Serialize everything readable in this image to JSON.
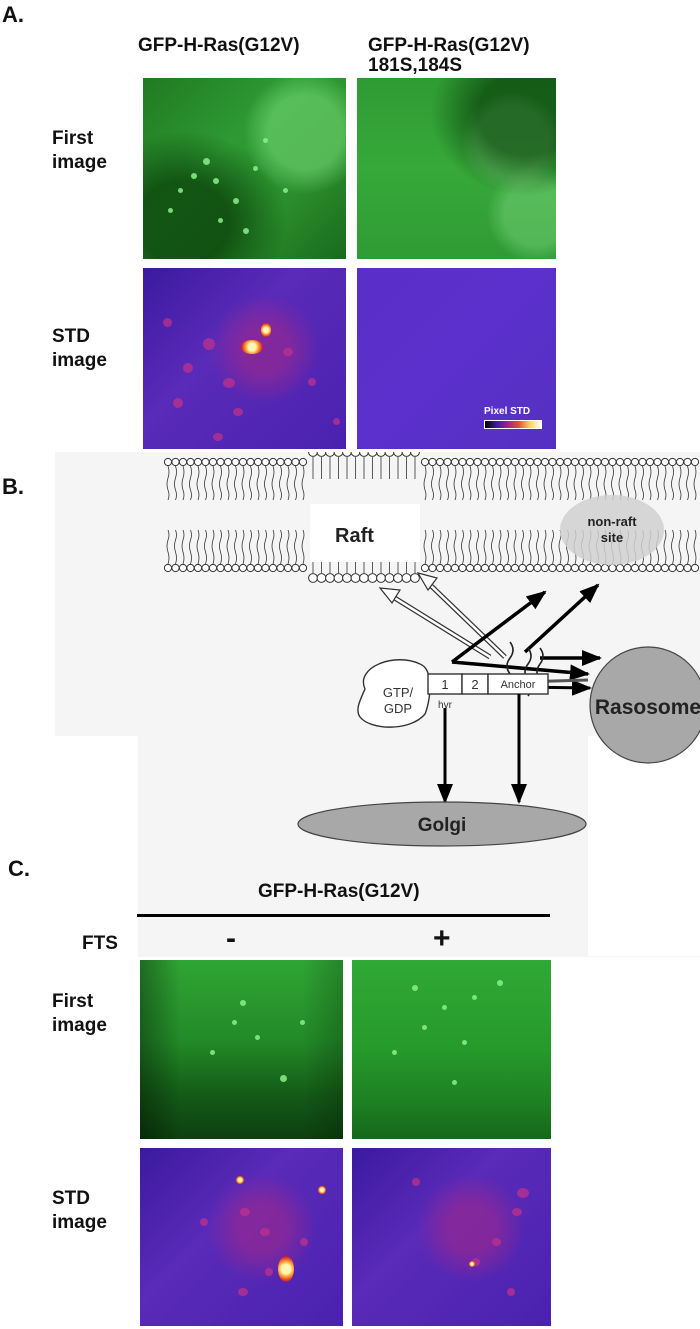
{
  "panel_a": {
    "letter": "A.",
    "col1": "GFP-H-Ras(G12V)",
    "col2_line1": "GFP-H-Ras(G12V)",
    "col2_line2": "181S,184S",
    "row1_line1": "First",
    "row1_line2": "image",
    "row2_line1": "STD",
    "row2_line2": "image",
    "scale_label": "Pixel STD"
  },
  "panel_b": {
    "letter": "B.",
    "raft": "Raft",
    "nonraft_line1": "non-raft",
    "nonraft_line2": "site",
    "rasosome": "Rasosome",
    "golgi": "Golgi",
    "gtp_line1": "GTP/",
    "gtp_line2": "GDP",
    "box1": "1",
    "box2": "2",
    "anchor": "Anchor",
    "hvr": "hvr"
  },
  "panel_c": {
    "letter": "C.",
    "header": "GFP-H-Ras(G12V)",
    "fts": "FTS",
    "minus": "-",
    "plus": "+",
    "row1_line1": "First",
    "row1_line2": "image",
    "row2_line1": "STD",
    "row2_line2": "image"
  },
  "colors": {
    "arrow_black": "#000000",
    "arrow_outline": "#555555",
    "grey_fill": "#a8a8a8",
    "diagram_bg": "#f5f5f5"
  }
}
